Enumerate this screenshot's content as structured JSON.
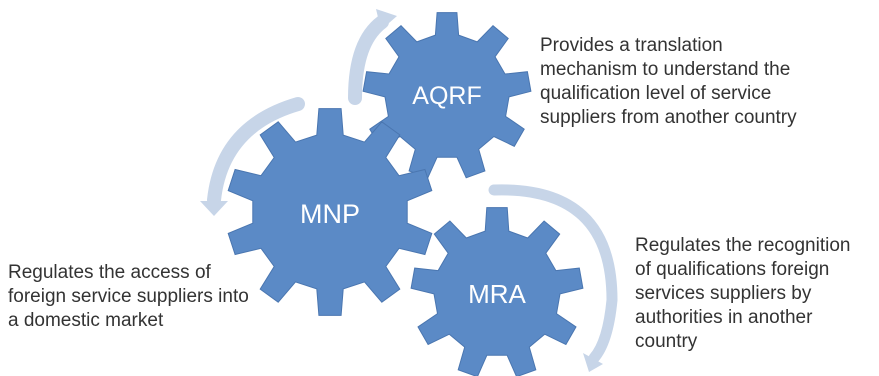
{
  "colors": {
    "gear": "#5b8ac6",
    "gear_edge": "#4a76b0",
    "arrow": "#c7d5e8",
    "text": "#333333",
    "gear_text": "#ffffff"
  },
  "gears": {
    "aqrf": {
      "label": "AQRF"
    },
    "mnp": {
      "label": "MNP"
    },
    "mra": {
      "label": "MRA"
    }
  },
  "descriptions": {
    "aqrf": {
      "lines": [
        "Provides a translation",
        "mechanism to understand the",
        "qualification level of service",
        "suppliers from another country"
      ]
    },
    "mra": {
      "lines": [
        "Regulates the recognition",
        "of qualifications foreign",
        "services suppliers by",
        "authorities in another",
        "country"
      ]
    },
    "mnp": {
      "lines": [
        "Regulates the access of",
        "foreign service suppliers into",
        "a domestic market"
      ]
    }
  }
}
